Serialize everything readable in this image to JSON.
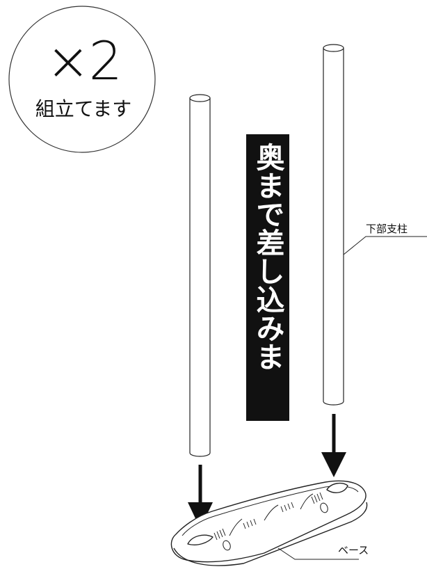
{
  "badge": {
    "count": "×2",
    "caption": "組立てます"
  },
  "instruction": "奥まで差し込みます。",
  "labels": {
    "post": "下部支柱",
    "base": "ベース"
  },
  "colors": {
    "ink": "#111111",
    "banner_bg": "#111111",
    "banner_text": "#ffffff",
    "background": "#ffffff"
  }
}
